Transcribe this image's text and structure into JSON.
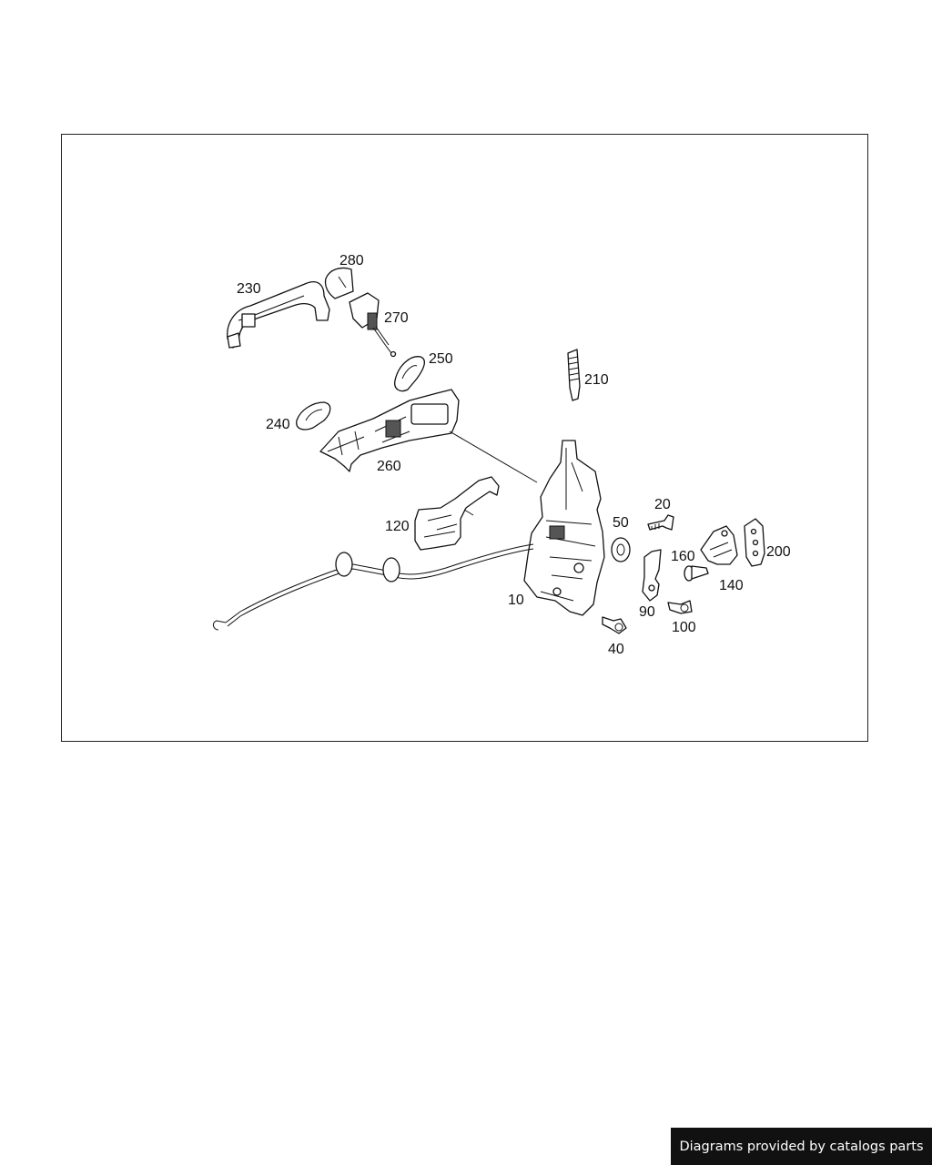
{
  "diagram": {
    "callouts": {
      "p230": "230",
      "p280": "280",
      "p270": "270",
      "p250": "250",
      "p210": "210",
      "p240": "240",
      "p260": "260",
      "p120": "120",
      "p20": "20",
      "p50": "50",
      "p160": "160",
      "p200": "200",
      "p140": "140",
      "p90": "90",
      "p10": "10",
      "p100": "100",
      "p40": "40"
    }
  },
  "footer": {
    "credit": "Diagrams provided by catalogs parts"
  },
  "colors": {
    "line": "#111111",
    "background": "#ffffff",
    "banner": "#111111"
  }
}
